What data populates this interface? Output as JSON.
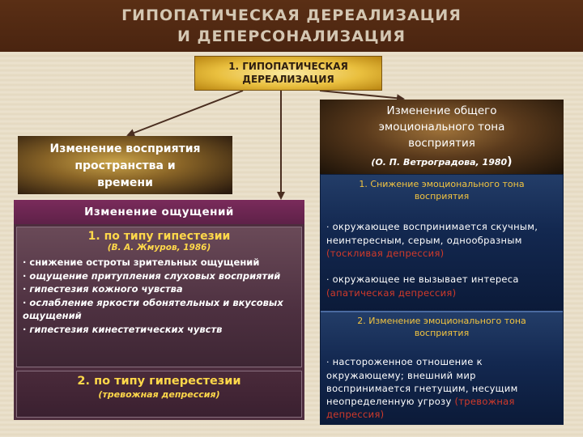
{
  "header": {
    "line1": "ГИПОПАТИЧЕСКАЯ ДЕРЕАЛИЗАЦИЯ",
    "line2": "И ДЕПЕРСОНАЛИЗАЦИЯ"
  },
  "root": {
    "line1": "1. ГИПОПАТИЧЕСКАЯ",
    "line2": "ДЕРЕАЛИЗАЦИЯ"
  },
  "left_top": {
    "line1": "Изменение восприятия",
    "line2": "пространства и",
    "line3": "времени"
  },
  "right_top": {
    "line1": "Изменение общего",
    "line2": "эмоционального тона",
    "line3": "восприятия",
    "cite": "(О. П. Ветроградова, 1980",
    "cite_close": ")"
  },
  "sensations": {
    "title": "Изменение ощущений",
    "type1": {
      "title": "1. по типу гипестезии",
      "cite": "(В. А. Жмуров, 1986)",
      "items": [
        "снижение остроты зрительных ощущений",
        "ощущение притупления слуховых восприятий",
        "гипестезия кожного чувства",
        "ослабление яркости обонятельных и вкусовых ощущений",
        "гипестезия кинестетических чувств"
      ]
    },
    "type2": {
      "title": "2. по типу гиперестезии",
      "cite": "(тревожная депрессия)"
    }
  },
  "emotional": {
    "sec1": {
      "title1": "1. Снижение эмоционального тона",
      "title2": "восприятия",
      "p1": "окружающее воспринимается скучным, неинтересным, серым, однообразным ",
      "p1_red": "(тоскливая депрессия)",
      "p2": "окружающее не вызывает интереса ",
      "p2_red": "(апатическая депрессия)"
    },
    "sec2": {
      "title1": "2. Изменение эмоционального тона",
      "title2": "восприятия",
      "p1": "настороженное отношение к окружающему; внешний мир воспринимается гнетущим, несущим неопределенную угрозу ",
      "p1_red": "(тревожная депрессия)"
    }
  },
  "colors": {
    "header_bg": "#4a2410",
    "accent_gold": "#ffd84a",
    "depression_red": "#d23a2a"
  }
}
